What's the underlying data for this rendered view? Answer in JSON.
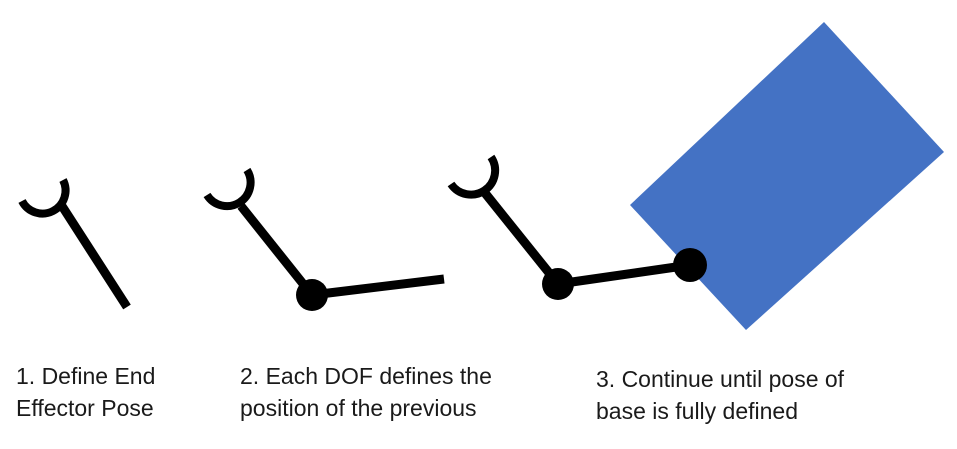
{
  "steps": [
    {
      "line1": "1. Define End",
      "line2": "Effector Pose"
    },
    {
      "line1": "2. Each DOF defines the",
      "line2": "position of the previous"
    },
    {
      "line1": "3. Continue until pose of",
      "line2": "base is fully defined"
    }
  ],
  "colors": {
    "arm": "#000000",
    "base": "#4472c4",
    "text": "#1a1a1a"
  }
}
